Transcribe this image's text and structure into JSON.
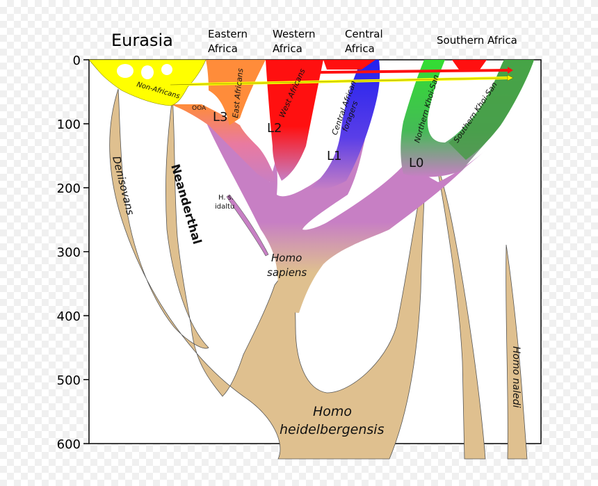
{
  "headers": {
    "eurasia": "Eurasia",
    "eastern_1": "Eastern",
    "eastern_2": "Africa",
    "western_1": "Western",
    "western_2": "Africa",
    "central_1": "Central",
    "central_2": "Africa",
    "southern": "Southern Africa"
  },
  "axis": {
    "ticks": [
      "0",
      "100",
      "200",
      "300",
      "400",
      "500",
      "600"
    ]
  },
  "lineages": {
    "non_africans": "Non-Africans",
    "ooa": "OOA",
    "east_africans": "East Africans",
    "west_africans": "West Africans",
    "central_african_1": "Central African",
    "central_african_2": "foragers",
    "northern_khoisan": "Northern Khoi-San",
    "southern_khoisan": "Southern Khoi-San",
    "l3": "L3",
    "l2": "L2",
    "l1": "L1",
    "l0": "L0",
    "idaltu_1": "H. s.",
    "idaltu_2": "idaltu",
    "homo_sapiens_1": "Homo",
    "homo_sapiens_2": "sapiens",
    "denisovans": "Denisovans",
    "neanderthal": "Neanderthal",
    "heidelbergensis_1": "Homo",
    "heidelbergensis_2": "heidelbergensis",
    "naledi": "Homo naledi"
  },
  "colors": {
    "tan": "#dfc08f",
    "purple": "#c77fc4",
    "yellow": "#ffff00",
    "orange": "#ff8c3a",
    "red": "#ff1010",
    "blue": "#2222ee",
    "green": "#33dd33",
    "dark_green": "#4a9a4a",
    "pink": "#e97aa0"
  }
}
